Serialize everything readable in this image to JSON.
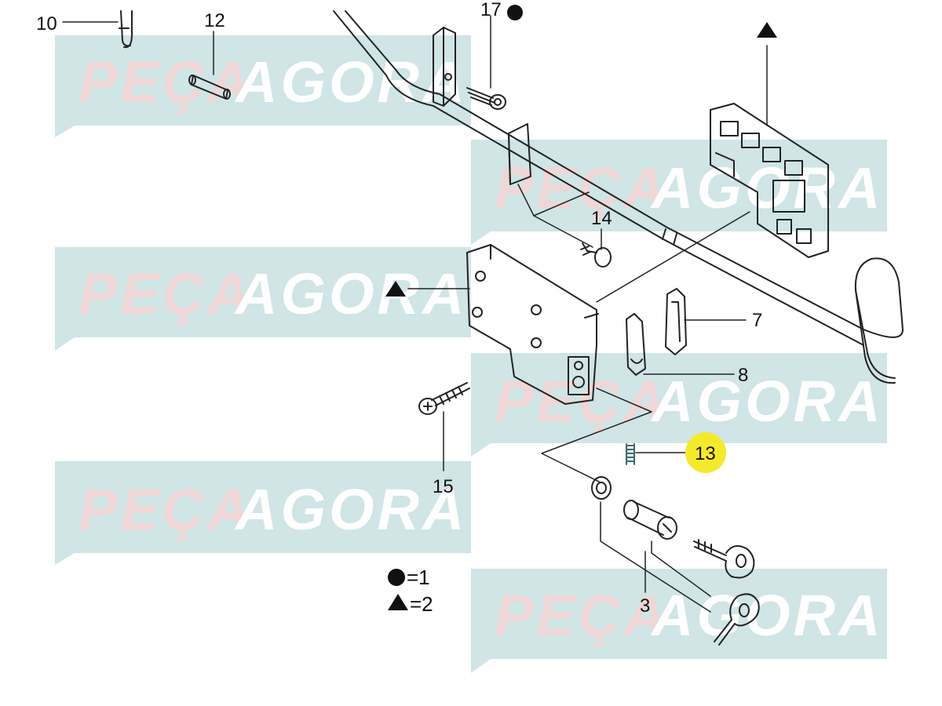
{
  "watermark": {
    "word_left": "PEÇA",
    "word_right": "AGORA",
    "band_color": "#cfe5e6",
    "left_color": "#f0d6d6",
    "right_color": "#ffffff"
  },
  "callouts": {
    "c10": "10",
    "c12": "12",
    "c17": "17",
    "c14": "14",
    "c7": "7",
    "c8": "8",
    "c13": "13",
    "c15": "15",
    "c3": "3"
  },
  "highlight_color": "#f5ea2a",
  "legend": {
    "circle_label": "=1",
    "triangle_label": "=2"
  }
}
